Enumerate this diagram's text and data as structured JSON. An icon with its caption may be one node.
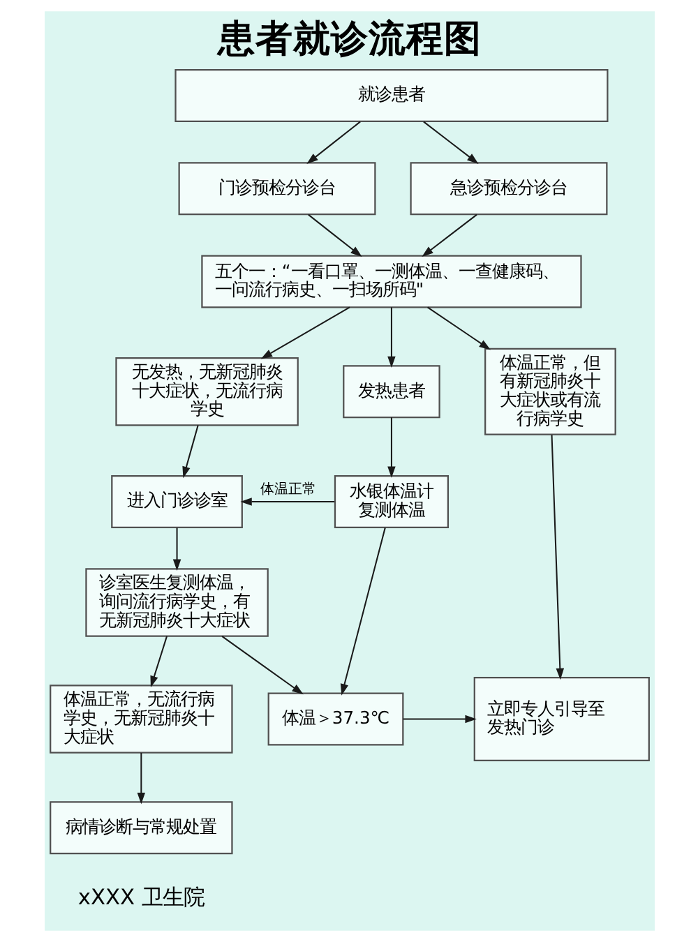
{
  "diagram": {
    "title": "患者就诊流程图",
    "nodes": [
      {
        "text": [
          "就诊患者"
        ]
      },
      {
        "text": [
          "门诊预检分诊台"
        ]
      },
      {
        "text": [
          "急诊预检分诊台"
        ]
      },
      {
        "text": [
          "五个一：“一看口罩、一测体温、一查健康码、一问流行病史、一扫场所码\""
        ]
      },
      {
        "text": [
          "无发热，无新冠肺炎十大症状，无流行病学史"
        ]
      },
      {
        "text": [
          "发热患者"
        ]
      },
      {
        "text": [
          "体温正常，但有新冠肺炎十大症状或有流行病学史"
        ]
      },
      {
        "text": [
          "进入门诊诊室"
        ]
      },
      {
        "text": [
          "水银体温计复测体温"
        ]
      },
      {
        "text": [
          "诊室医生复测体温，询问流行病学史，有无新冠肺炎十大症状"
        ]
      },
      {
        "text": [
          "体温正常，无流行病学史，无新冠肺炎十大症状"
        ]
      },
      {
        "text": [
          "体温＞37.3℃"
        ]
      },
      {
        "text": [
          "立即专人引导至发热门诊"
        ]
      },
      {
        "text": [
          "病情诊断与常规处置"
        ]
      }
    ],
    "edges": [
      {
        "from": 0,
        "to": 1,
        "arrow": "to"
      },
      {
        "from": 0,
        "to": 2,
        "arrow": "to"
      },
      {
        "from": 1,
        "to": 3,
        "arrow": "to"
      },
      {
        "from": 2,
        "to": 3,
        "arrow": "to"
      },
      {
        "from": 3,
        "to": 4,
        "arrow": "to"
      },
      {
        "from": 3,
        "to": 5,
        "arrow": "to"
      },
      {
        "from": 3,
        "to": 6,
        "arrow": "to"
      },
      {
        "from": 4,
        "to": 7,
        "arrow": "to"
      },
      {
        "from": 5,
        "to": 8,
        "arrow": "to"
      },
      {
        "from": 8,
        "to": 7,
        "arrow": "to",
        "label": "体温正常"
      },
      {
        "from": 8,
        "to": 11,
        "arrow": "to"
      },
      {
        "from": 6,
        "to": 12,
        "arrow": "to"
      },
      {
        "from": 7,
        "to": 9,
        "arrow": "to"
      },
      {
        "from": 9,
        "to": 10,
        "arrow": "to"
      },
      {
        "from": 9,
        "to": 11,
        "arrow": "to"
      },
      {
        "from": 11,
        "to": 12,
        "arrow": "to"
      },
      {
        "from": 10,
        "to": 13,
        "arrow": "to"
      }
    ],
    "labels": [
      "xXXX 卫生院"
    ]
  }
}
